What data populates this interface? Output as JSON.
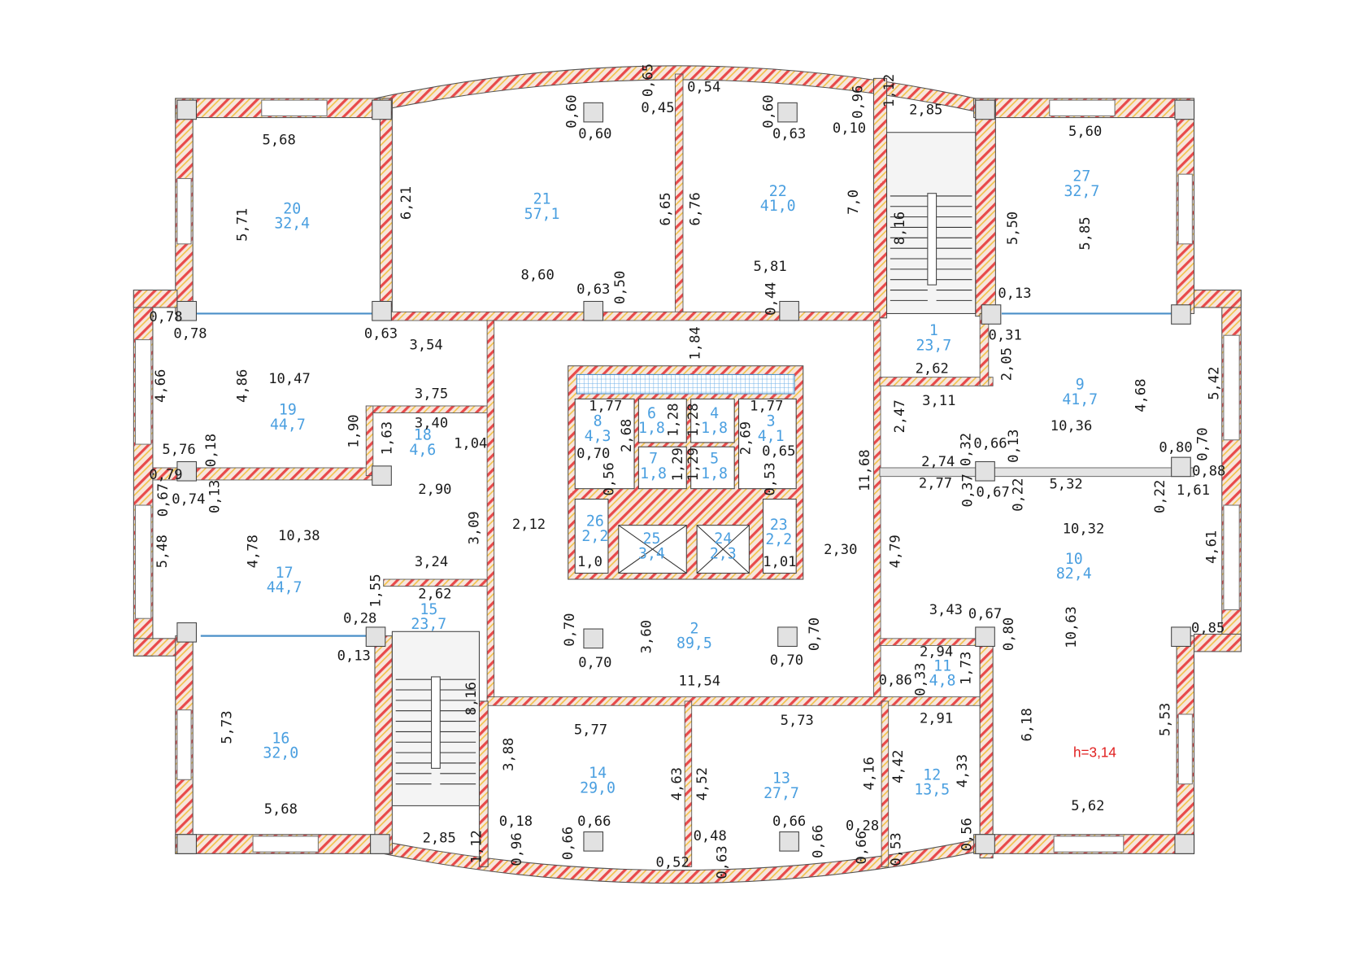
{
  "colors": {
    "wall_hatch": "#e84a4a",
    "wall_fill": "#f7e6dc",
    "room_label": "#4a9fe0",
    "height_label": "#e02020",
    "column": "#e2e2e2"
  },
  "height_label": "h=3,14",
  "rooms": [
    {
      "number": "20",
      "area": "32,4"
    },
    {
      "number": "21",
      "area": "57,1"
    },
    {
      "number": "22",
      "area": "41,0"
    },
    {
      "number": "27",
      "area": "32,7"
    },
    {
      "number": "1",
      "area": "23,7"
    },
    {
      "number": "9",
      "area": "41,7"
    },
    {
      "number": "19",
      "area": "44,7"
    },
    {
      "number": "18",
      "area": "4,6"
    },
    {
      "number": "17",
      "area": "44,7"
    },
    {
      "number": "15",
      "area": "23,7"
    },
    {
      "number": "2",
      "area": "89,5"
    },
    {
      "number": "10",
      "area": "82,4"
    },
    {
      "number": "11",
      "area": "4,8"
    },
    {
      "number": "16",
      "area": "32,0"
    },
    {
      "number": "14",
      "area": "29,0"
    },
    {
      "number": "13",
      "area": "27,7"
    },
    {
      "number": "12",
      "area": "13,5"
    },
    {
      "number": "8",
      "area": "4,3"
    },
    {
      "number": "6",
      "area": "1,8"
    },
    {
      "number": "4",
      "area": "1,8"
    },
    {
      "number": "3",
      "area": "4,1"
    },
    {
      "number": "7",
      "area": "1,8"
    },
    {
      "number": "5",
      "area": "1,8"
    },
    {
      "number": "26",
      "area": "2,2"
    },
    {
      "number": "25",
      "area": "3,4"
    },
    {
      "number": "24",
      "area": "2,3"
    },
    {
      "number": "23",
      "area": "2,2"
    }
  ],
  "dimensions_horizontal": [
    "5,68",
    "0,60",
    "0,45",
    "0,54",
    "0,63",
    "0,10",
    "2,85",
    "5,60",
    "8,60",
    "0,63",
    "5,81",
    "0,13",
    "0,78",
    "0,78",
    "0,63",
    "3,54",
    "10,47",
    "3,75",
    "3,40",
    "1,04",
    "5,76",
    "0,79",
    "0,74",
    "2,90",
    "2,12",
    "10,38",
    "3,24",
    "2,62",
    "0,28",
    "0,13",
    "0,70",
    "0,70",
    "11,54",
    "5,77",
    "5,73",
    "2,91",
    "5,68",
    "2,85",
    "0,18",
    "0,66",
    "0,66",
    "0,28",
    "0,48",
    "0,52",
    "5,62",
    "2,94",
    "0,86",
    "3,43",
    "0,67",
    "0,85",
    "10,32",
    "5,32",
    "1,61",
    "2,77",
    "0,67",
    "2,74",
    "0,66",
    "0,80",
    "0,88",
    "10,36",
    "3,11",
    "2,62",
    "0,31",
    "2,30",
    "1,77",
    "1,77",
    "0,70",
    "0,65",
    "1,0",
    "1,01"
  ],
  "dimensions_vertical": [
    "5,71",
    "6,21",
    "0,60",
    "0,65",
    "6,65",
    "6,76",
    "0,60",
    "7,0",
    "0,96",
    "1,12",
    "8,16",
    "5,50",
    "5,85",
    "0,50",
    "0,44",
    "1,84",
    "2,05",
    "4,66",
    "4,86",
    "1,90",
    "1,63",
    "0,18",
    "0,67",
    "0,13",
    "2,68",
    "1,28",
    "1,28",
    "1,29",
    "1,29",
    "2,69",
    "0,56",
    "0,53",
    "2,47",
    "0,32",
    "0,13",
    "0,37",
    "0,22",
    "0,22",
    "0,70",
    "4,68",
    "5,42",
    "11,68",
    "3,09",
    "4,79",
    "1,55",
    "5,48",
    "4,78",
    "0,70",
    "3,60",
    "0,70",
    "0,80",
    "10,63",
    "4,61",
    "0,33",
    "1,73",
    "8,16",
    "5,73",
    "3,88",
    "4,63",
    "4,52",
    "4,16",
    "4,42",
    "4,33",
    "6,18",
    "5,53",
    "0,96",
    "1,12",
    "0,66",
    "0,63",
    "0,66",
    "0,66",
    "0,53",
    "0,56"
  ]
}
